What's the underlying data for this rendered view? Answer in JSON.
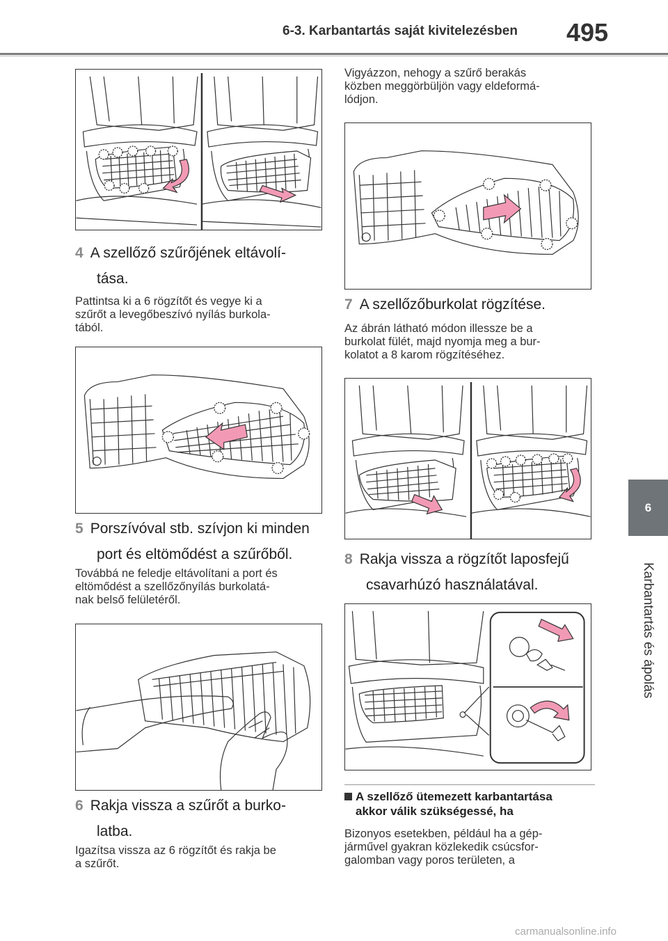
{
  "header": {
    "section_title": "6-3. Karbantartás saját kivitelezésben",
    "page_number": "495"
  },
  "side_tab": {
    "chapter_number": "6",
    "chapter_label": "Karbantartás és ápolás"
  },
  "left_column": {
    "step4": {
      "number": "4",
      "title_line1": "A szellőző szűrőjének eltávolí-",
      "title_line2": "tása.",
      "body_lines": [
        "Pattintsa ki a 6 rögzítőt és vegye ki a",
        "szűrőt a levegőbeszívó nyílás burkola-",
        "tából."
      ]
    },
    "step5": {
      "number": "5",
      "title_line1": "Porszívóval stb. szívjon ki minden",
      "title_line2": "port és eltömődést a szűrőből.",
      "body_lines": [
        "Továbbá ne feledje eltávolítani a port és",
        "eltömődést a szellőzőnyílás burkolatá-",
        "nak belső felületéről."
      ]
    },
    "step6": {
      "number": "6",
      "title_line1": "Rakja vissza a szűrőt a burko-",
      "title_line2": "latba.",
      "body_lines": [
        "Igazítsa vissza az 6 rögzítőt és rakja be",
        "a szűrőt."
      ]
    }
  },
  "right_column": {
    "intro_lines": [
      "Vigyázzon, nehogy a szűrő berakás",
      "közben meggörbüljön vagy eldeformá-",
      "lódjon."
    ],
    "step7": {
      "number": "7",
      "title_line1": "A szellőzőburkolat rögzítése.",
      "body_lines": [
        "Az ábrán látható módon illessze be a",
        "burkolat fülét, majd nyomja meg a bur-",
        "kolatot a 8 karom rögzítéséhez."
      ]
    },
    "step8": {
      "number": "8",
      "title_line1": "Rakja vissza a rögzítőt laposfejű",
      "title_line2": "csavarhúzó használatával."
    },
    "note": {
      "heading_line1": "A szellőző ütemezett karbantartása",
      "heading_line2": "akkor válik szükségessé, ha",
      "body_lines": [
        "Bizonyos esetekben, például ha a gép-",
        "járművel gyakran közlekedik csúcsfor-",
        "galomban vagy poros területen, a"
      ]
    }
  },
  "watermark": "carmanualsonline.info",
  "colors": {
    "arrow_pink": "#f29ab5",
    "tab_gray": "#6e7478",
    "step_number_gray": "#8a8a8a"
  }
}
